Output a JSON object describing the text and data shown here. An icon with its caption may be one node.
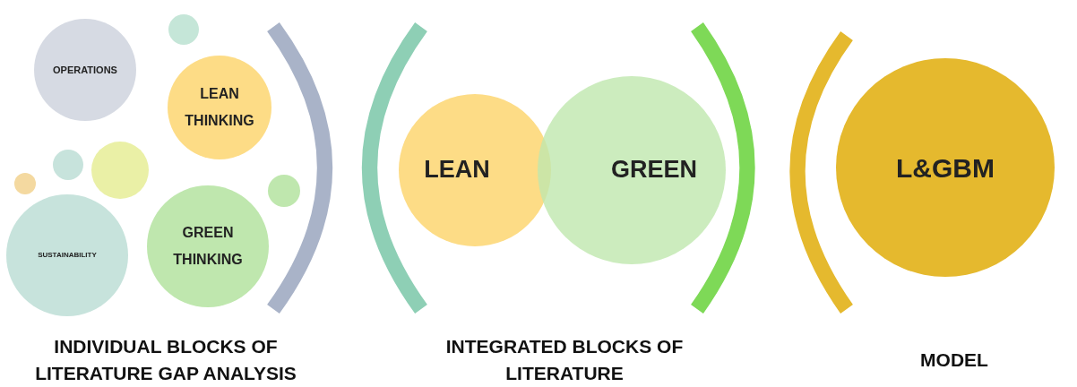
{
  "diagram": {
    "nodes": [
      {
        "text": [
          "OPERATIONS"
        ]
      },
      {
        "text": [
          "LEAN THINKING"
        ]
      },
      {
        "text": [
          "SUSTAINABILITY"
        ]
      },
      {
        "text": [
          "GREEN THINKING"
        ]
      },
      {
        "text": [
          "LEAN"
        ]
      },
      {
        "text": [
          "GREEN"
        ]
      },
      {
        "text": [
          "L&GBM"
        ]
      },
      {
        "text": [],
        "shape": "circle"
      },
      {
        "text": [],
        "shape": "circle"
      },
      {
        "text": [],
        "shape": "circle"
      },
      {
        "text": [],
        "shape": "circle"
      },
      {
        "text": [],
        "shape": "circle"
      }
    ],
    "labels": [
      "INDIVIDUAL BLOCKS OF LITERATURE GAP ANALYSIS",
      "INTEGRATED BLOCKS OF LITERATURE",
      "MODEL"
    ]
  }
}
